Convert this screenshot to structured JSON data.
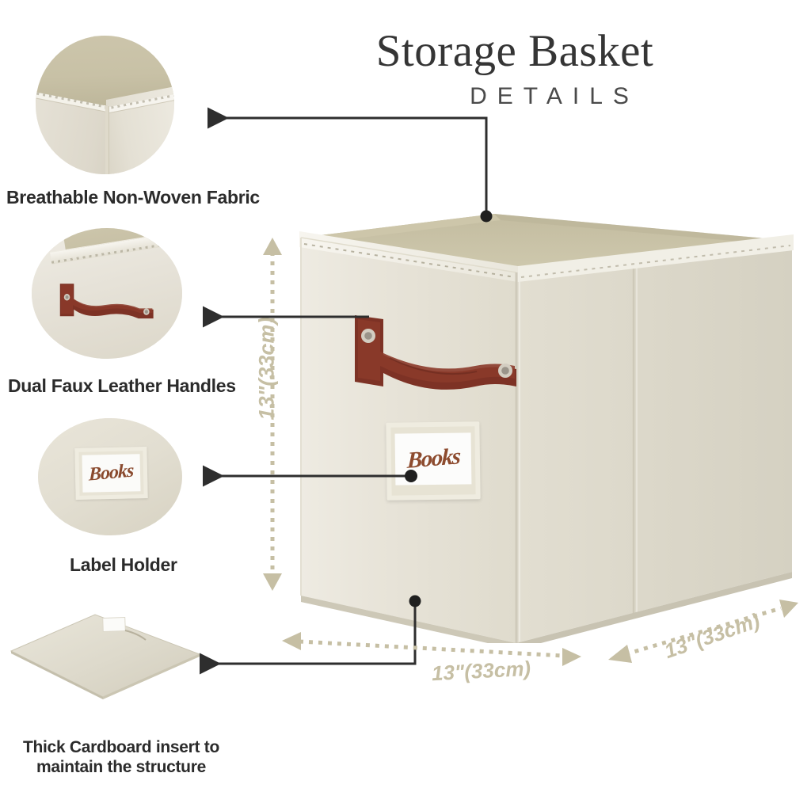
{
  "header": {
    "title": "Storage Basket",
    "subtitle": "DETAILS"
  },
  "features": [
    {
      "id": "fabric",
      "label": "Breathable Non-Woven Fabric",
      "thumb_icon": "fabric-corner-thumbnail"
    },
    {
      "id": "handles",
      "label": "Dual Faux Leather Handles",
      "thumb_icon": "leather-handle-thumbnail"
    },
    {
      "id": "label",
      "label": "Label Holder",
      "thumb_icon": "label-holder-thumbnail"
    },
    {
      "id": "cardboard",
      "label": "Thick Cardboard insert to maintain the structure",
      "thumb_icon": "cardboard-insert-illustration"
    }
  ],
  "product": {
    "name": "Storage Basket",
    "label_tag_text": "Books",
    "thumb_label_tag_text": "Books"
  },
  "dimensions": {
    "height": "13\"(33cm)",
    "width": "13\"(33cm)",
    "depth": "13\"(33cm)"
  },
  "colors": {
    "background": "#ffffff",
    "title_text": "#353535",
    "caption_text": "#2b2b2b",
    "fabric_cream": "#e5e1d5",
    "fabric_cream_light": "#efece3",
    "fabric_shadow": "#d4cfbf",
    "interior_tan": "#c8c1a6",
    "leather_brown": "#7d3225",
    "label_script": "#8d4b2e",
    "dimension_tan": "#c6bfa4",
    "callout_dark": "#2e2e2e"
  }
}
